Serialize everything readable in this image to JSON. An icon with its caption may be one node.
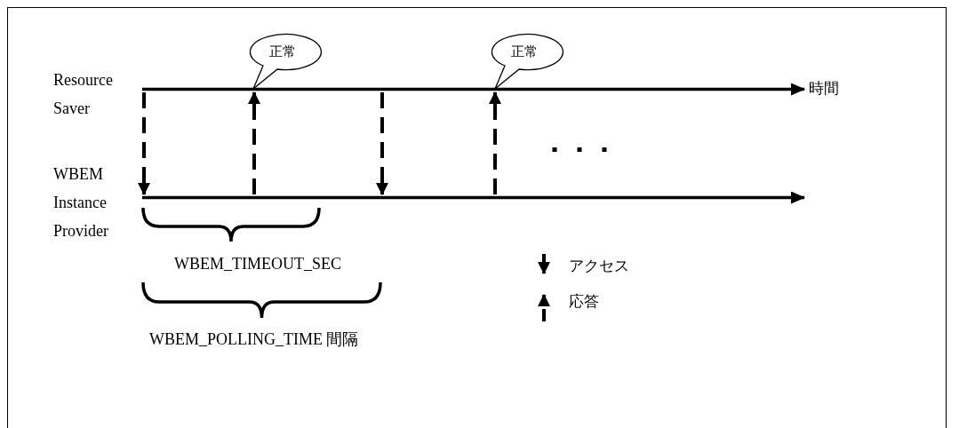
{
  "diagram": {
    "nodes": [
      {
        "text": [
          "Resource Saver"
        ]
      },
      {
        "text": [
          "WBEM Instance Provider"
        ]
      },
      {
        "text": [],
        "shape": "line"
      },
      {
        "text": [],
        "shape": "line"
      },
      {
        "text": [
          "正常"
        ]
      },
      {
        "text": [
          "正常"
        ]
      }
    ],
    "edges": [
      {
        "from": 2,
        "to": 3,
        "arrow": "to",
        "style": "dashed"
      },
      {
        "from": 3,
        "to": 2,
        "arrow": "to",
        "style": "dashed"
      },
      {
        "from": 2,
        "to": 3,
        "arrow": "to",
        "style": "dashed"
      },
      {
        "from": 3,
        "to": 2,
        "arrow": "to",
        "style": "dashed"
      }
    ],
    "labels": [
      "時間",
      "WBEM_TIMEOUT_SEC",
      "WBEM_POLLING_TIME 間隔"
    ],
    "legend": [
      {
        "text": "アクセス"
      },
      {
        "text": "応答"
      }
    ]
  }
}
